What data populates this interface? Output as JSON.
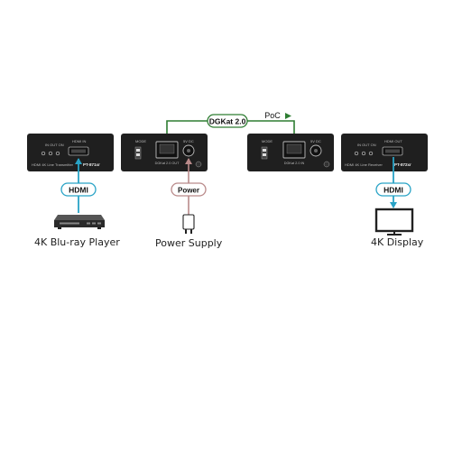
{
  "devices": {
    "tx": {
      "led_labels": "IN OUT ON",
      "port_label": "HDMI IN",
      "model_text": "HDMI 4K Line Transmitter",
      "model_badge": "PT-871xr"
    },
    "tx_rear": {
      "switch_label": "MODE",
      "port_label": "DGKat 2.0 OUT",
      "power_label": "5V DC"
    },
    "rx_rear": {
      "switch_label": "MODE",
      "port_label": "DGKat 2.0 IN",
      "power_label": "5V DC"
    },
    "rx": {
      "led_labels": "IN OUT ON",
      "port_label": "HDMI OUT",
      "model_text": "HDMI 4K Line Receiver",
      "model_badge": "PT-872xr"
    }
  },
  "links": {
    "dgkat_label": "DGKat 2.0",
    "poc_label": "PoC",
    "hdmi_left": "HDMI",
    "power_tag": "Power",
    "hdmi_right": "HDMI"
  },
  "captions": {
    "source": "4K Blu-ray Player",
    "power": "Power Supply",
    "display": "4K Display"
  },
  "colors": {
    "green_link": "#2e7d32",
    "hdmi_cable": "#29a3c6",
    "power_cable": "#b98a8a",
    "device_body": "#222222"
  }
}
